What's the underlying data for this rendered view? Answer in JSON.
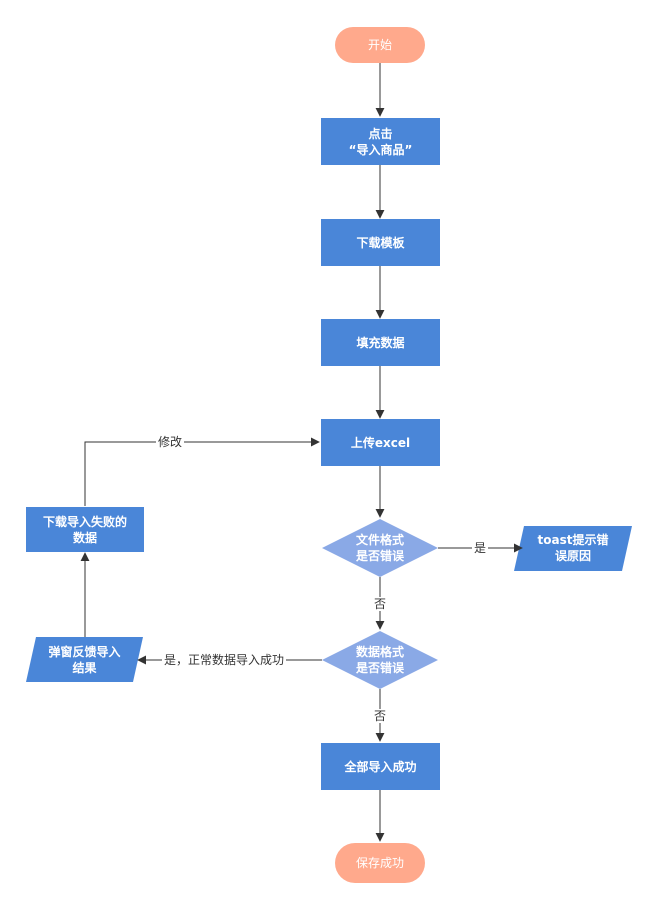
{
  "nodes": {
    "start": "开始",
    "click_import": "点击\n“导入商品”",
    "download_template": "下载模板",
    "fill_data": "填充数据",
    "upload_excel": "上传excel",
    "file_format_check": "文件格式\n是否错误",
    "toast_error": "toast提示错\n误原因",
    "data_format_check": "数据格式\n是否错误",
    "all_success": "全部导入成功",
    "save_success": "保存成功",
    "popup_feedback": "弹窗反馈导入\n结果",
    "download_failed": "下载导入失败的\n数据"
  },
  "edge_labels": {
    "modify": "修改",
    "yes_file": "是",
    "no_file": "否",
    "yes_data": "是，正常数据导入成功",
    "no_data": "否"
  },
  "colors": {
    "process": "#4a86d8",
    "terminal": "#ffa98c",
    "decision": "#8aa9e6",
    "arrow": "#333333"
  }
}
